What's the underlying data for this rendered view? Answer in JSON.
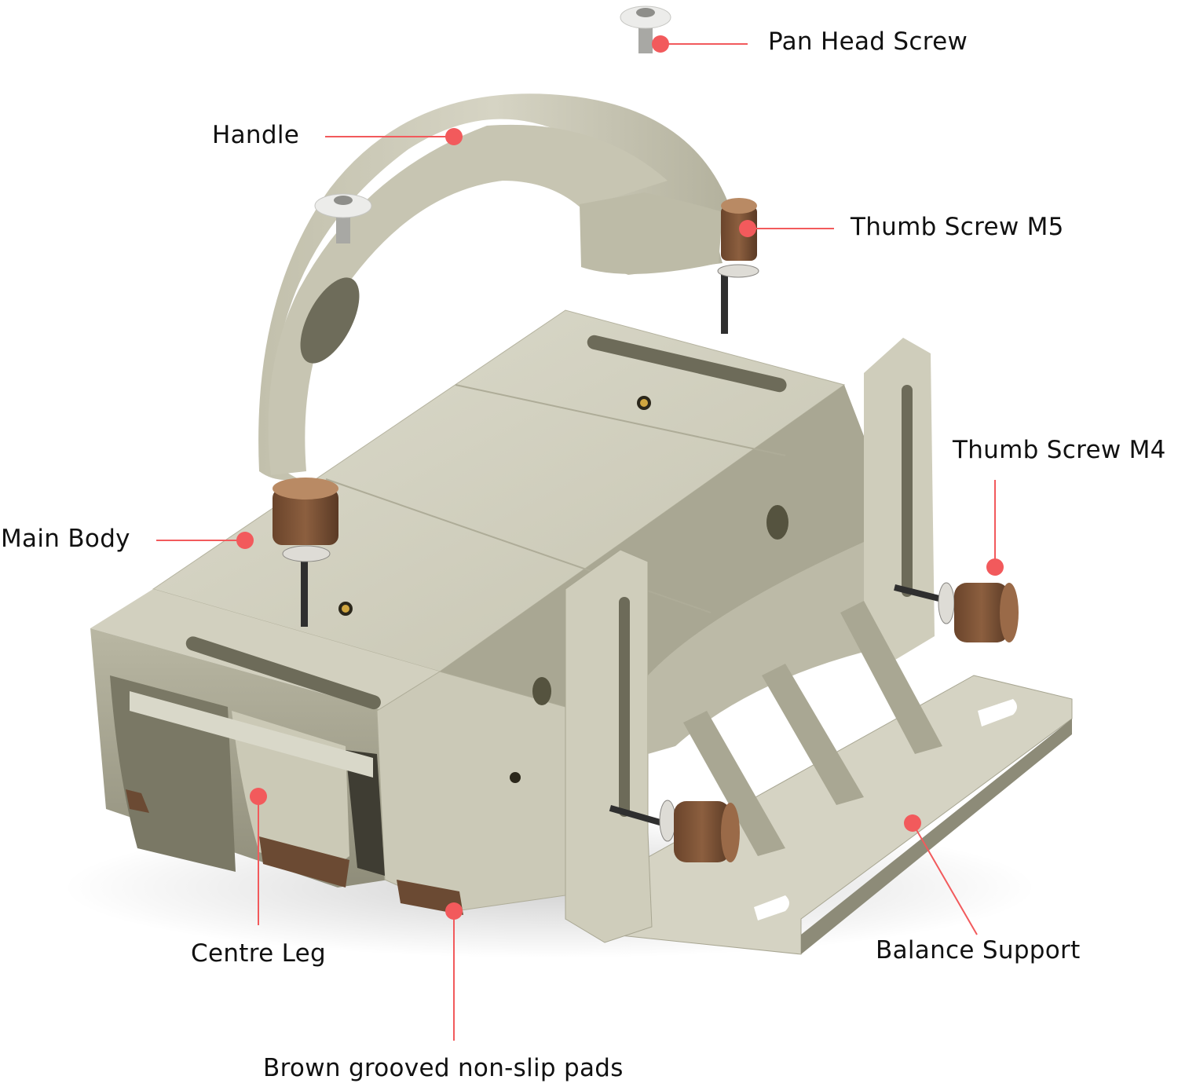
{
  "diagram": {
    "title": "Push block parts callout diagram",
    "accent_color": "#f25a5c",
    "body_color": "#c9c7b5",
    "knob_color": "#7a5236",
    "pad_color": "#6b4a33",
    "labels": [
      {
        "id": "pan-head-screw",
        "text": "Pan Head Screw"
      },
      {
        "id": "handle",
        "text": "Handle"
      },
      {
        "id": "thumb-screw-m5",
        "text": "Thumb Screw M5"
      },
      {
        "id": "thumb-screw-m4",
        "text": "Thumb Screw M4"
      },
      {
        "id": "main-body",
        "text": "Main Body"
      },
      {
        "id": "centre-leg",
        "text": "Centre Leg"
      },
      {
        "id": "balance-support",
        "text": "Balance Support"
      },
      {
        "id": "non-slip-pads",
        "text": "Brown grooved non-slip pads"
      }
    ]
  }
}
